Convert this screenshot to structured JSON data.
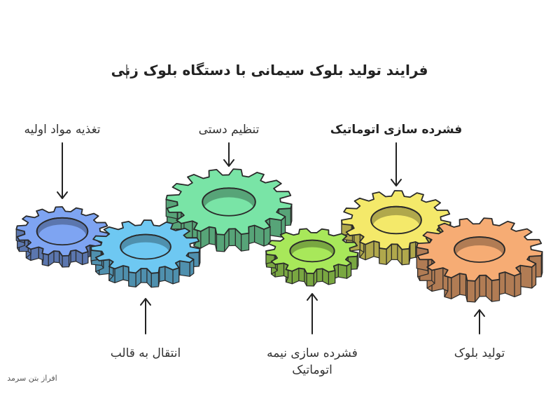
{
  "title": "فرایند تولید بلوک سیمانی با دستگاه بلوک زنی",
  "labels": {
    "feed": "تغذیه مواد اولیه",
    "manual": "تنظیم دستی",
    "auto_press": "فشرده سازی اتوماتیک",
    "transfer": "انتقال به قالب",
    "semi_auto_line1": "فشرده سازی نیمه",
    "semi_auto_line2": "اتوماتیک",
    "production": "تولید بلوک"
  },
  "watermark": "افراز بتن سرمد",
  "gears": [
    {
      "key": "feed",
      "color": "#7ea4f2"
    },
    {
      "key": "transfer",
      "color": "#6ec8f2"
    },
    {
      "key": "manual",
      "color": "#79e4a6"
    },
    {
      "key": "semi_auto",
      "color": "#a8e85a"
    },
    {
      "key": "auto_press",
      "color": "#f4e96a"
    },
    {
      "key": "production",
      "color": "#f6ac74"
    }
  ]
}
